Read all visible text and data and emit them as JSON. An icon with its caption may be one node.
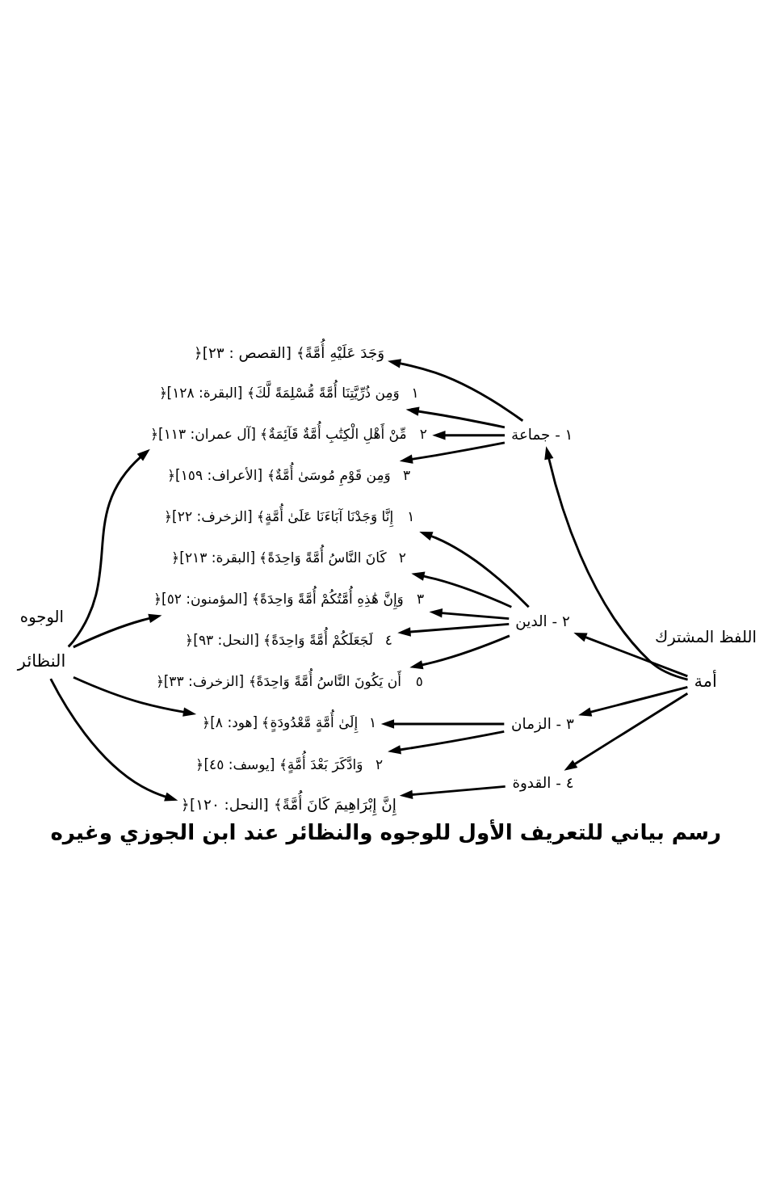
{
  "diagram": {
    "title": "رسم بياني للتعريف الأول للوجوه والنظائر عند ابن الجوزي وغيره",
    "nodes": [
      {
        "text": [
          "النظائر"
        ]
      },
      {
        "text": [
          "أمة"
        ]
      },
      {
        "text": [
          "١ - جماعة"
        ]
      },
      {
        "text": [
          "٢ - الدين"
        ]
      },
      {
        "text": [
          "٣ - الزمان"
        ]
      },
      {
        "text": [
          "٤ - القدوة"
        ]
      },
      {
        "text": [
          "﴿وَجَدَ عَلَيْهِ أُمَّةً﴾ [القصص : ٢٣]"
        ]
      },
      {
        "text": [
          "١",
          "﴿وَمِن ذُرِّيَّتِنَا أُمَّةً مُّسْلِمَةً لَّكَ﴾ [البقرة: ١٢٨]"
        ]
      },
      {
        "text": [
          "٢",
          "﴿مِّنْ أَهْلِ الْكِتَٰبِ أُمَّةٌ قَآئِمَةٌ﴾ [آل عمران: ١١٣]"
        ]
      },
      {
        "text": [
          "٣",
          "﴿وَمِن قَوْمِ مُوسَىٰ أُمَّةٌ﴾ [الأعراف: ١٥٩]"
        ]
      },
      {
        "text": [
          "١",
          "﴿إِنَّا وَجَدْنَا آبَاءَنَا عَلَىٰ أُمَّةٍ﴾ [الزخرف: ٢٢]"
        ]
      },
      {
        "text": [
          "٢",
          "﴿كَانَ النَّاسُ أُمَّةً وَاحِدَةً﴾ [البقرة: ٢١٣]"
        ]
      },
      {
        "text": [
          "٣",
          "﴿وَإِنَّ هَٰذِهِ أُمَّتُكُمْ أُمَّةً وَاحِدَةً﴾ [المؤمنون: ٥٢]"
        ]
      },
      {
        "text": [
          "٤",
          "﴿لَجَعَلَكُمْ أُمَّةً وَاحِدَةً﴾ [النحل: ٩٣]"
        ]
      },
      {
        "text": [
          "٥",
          "﴿أَن يَكُونَ النَّاسُ أُمَّةً وَاحِدَةً﴾ [الزخرف: ٣٣]"
        ]
      },
      {
        "text": [
          "١",
          "﴿إِلَىٰ أُمَّةٍ مَّعْدُودَةٍ﴾ [هود: ٨]"
        ]
      },
      {
        "text": [
          "٢",
          "﴿وَادَّكَرَ بَعْدَ أُمَّةٍ﴾ [يوسف: ٤٥]"
        ]
      },
      {
        "text": [
          "﴿إِنَّ إِبْرَاهِيمَ كَانَ أُمَّةً﴾ [النحل: ١٢٠]"
        ]
      }
    ],
    "edges": [
      {
        "from": 0,
        "to": 8,
        "arrow": "to"
      },
      {
        "from": 0,
        "to": 12,
        "arrow": "to"
      },
      {
        "from": 0,
        "to": 15,
        "arrow": "to"
      },
      {
        "from": 0,
        "to": 17,
        "arrow": "to"
      },
      {
        "from": 1,
        "to": 2,
        "arrow": "to"
      },
      {
        "from": 1,
        "to": 3,
        "arrow": "to"
      },
      {
        "from": 1,
        "to": 4,
        "arrow": "to"
      },
      {
        "from": 1,
        "to": 5,
        "arrow": "to"
      },
      {
        "from": 2,
        "to": 6,
        "arrow": "to"
      },
      {
        "from": 2,
        "to": 7,
        "arrow": "to"
      },
      {
        "from": 2,
        "to": 8,
        "arrow": "to"
      },
      {
        "from": 2,
        "to": 9,
        "arrow": "to"
      },
      {
        "from": 3,
        "to": 10,
        "arrow": "to"
      },
      {
        "from": 3,
        "to": 11,
        "arrow": "to"
      },
      {
        "from": 3,
        "to": 12,
        "arrow": "to"
      },
      {
        "from": 3,
        "to": 13,
        "arrow": "to"
      },
      {
        "from": 3,
        "to": 14,
        "arrow": "to"
      },
      {
        "from": 4,
        "to": 15,
        "arrow": "to"
      },
      {
        "from": 4,
        "to": 16,
        "arrow": "to"
      },
      {
        "from": 5,
        "to": 17,
        "arrow": "to"
      }
    ],
    "labels": [
      "الوجوه",
      "اللفظ المشترك"
    ]
  }
}
